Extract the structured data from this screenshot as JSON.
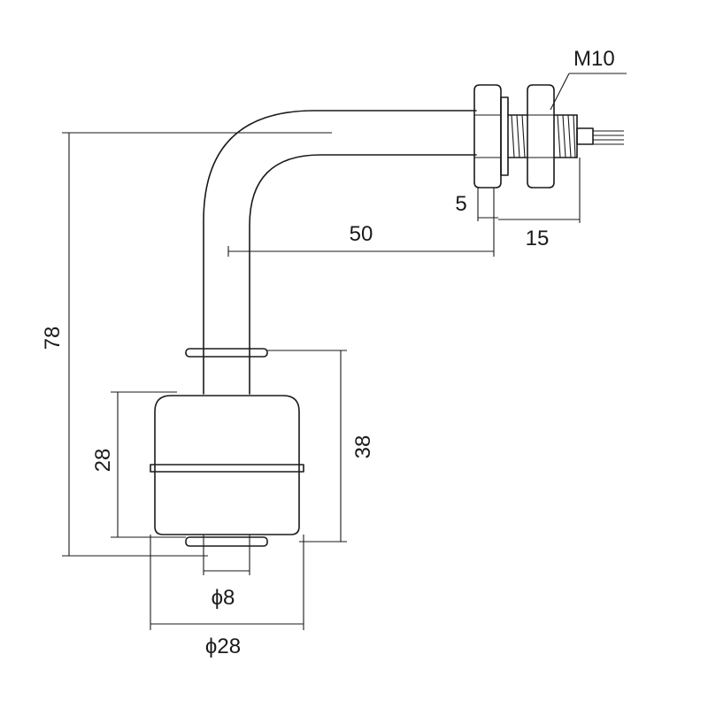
{
  "dimensions": {
    "overall_height": "78",
    "float_height": "28",
    "float_stop_height": "38",
    "horizontal_reach": "50",
    "nut_thickness": "5",
    "thread_length": "15",
    "thread": "M10",
    "stem_diameter": "ϕ8",
    "float_diameter": "ϕ28"
  }
}
